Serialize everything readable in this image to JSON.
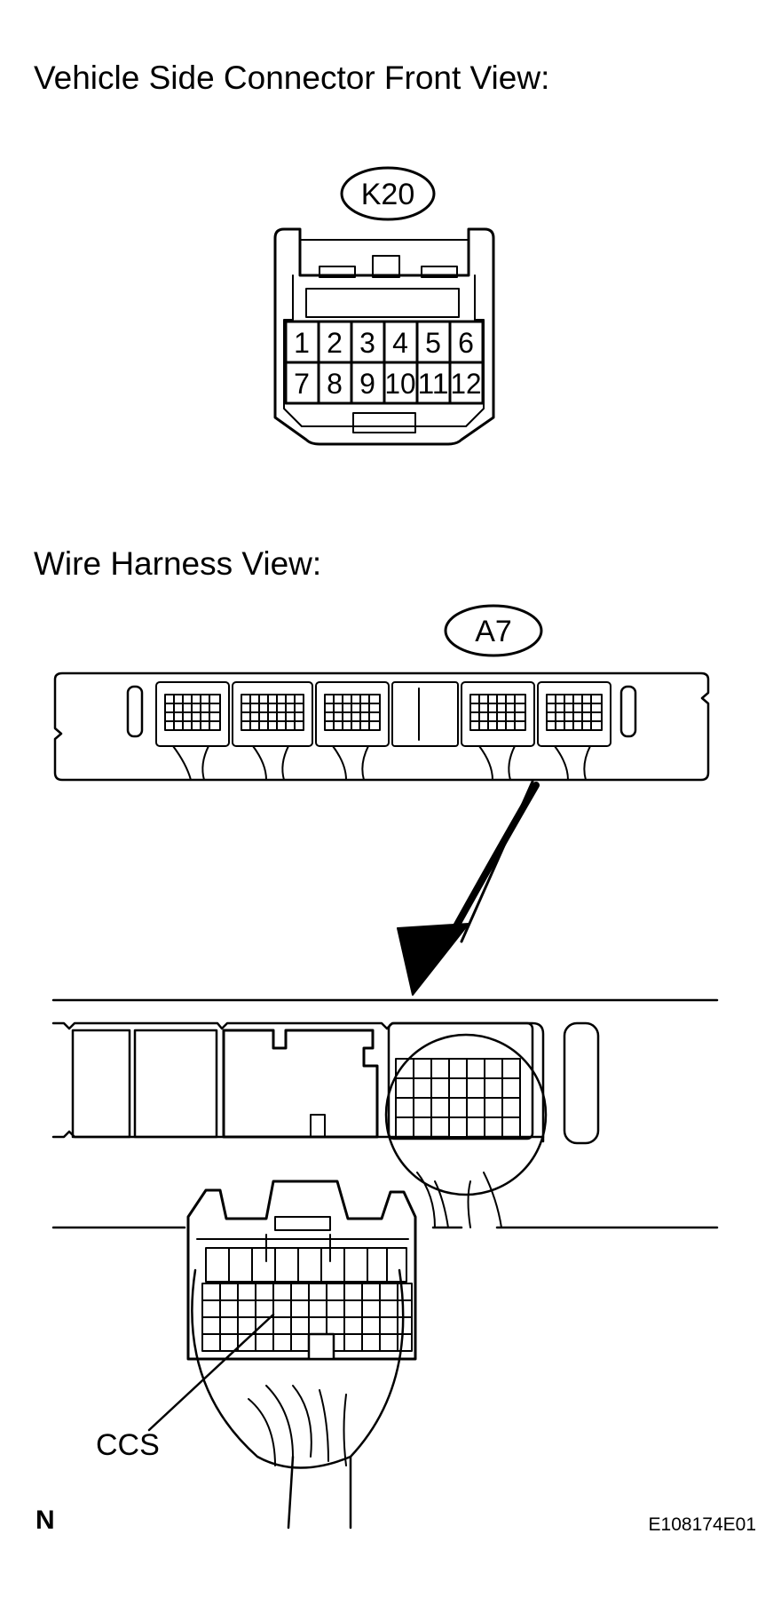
{
  "headings": {
    "front_view": "Vehicle Side Connector Front View:",
    "harness_view": "Wire Harness View:"
  },
  "connectors": {
    "k20": {
      "label": "K20",
      "pins_top": [
        "1",
        "2",
        "3",
        "4",
        "5",
        "6"
      ],
      "pins_bottom": [
        "7",
        "8",
        "9",
        "10",
        "11",
        "12"
      ]
    },
    "a7": {
      "label": "A7"
    }
  },
  "callout": "CCS",
  "corner_mark": "N",
  "figure_code": "E108174E01"
}
